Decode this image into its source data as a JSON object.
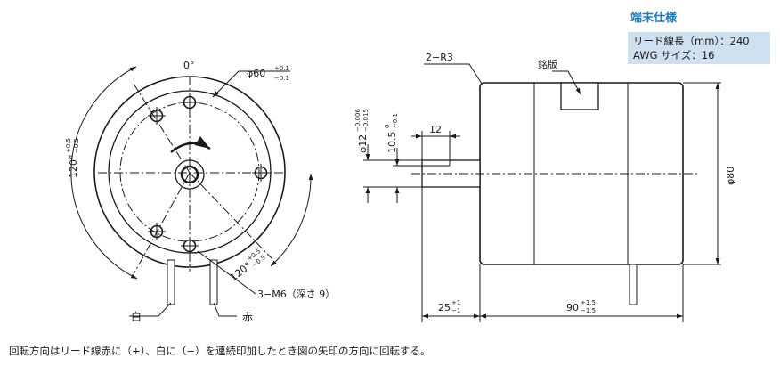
{
  "spec": {
    "title": "端末仕様",
    "lead_length": "リード線長（mm）：240",
    "awg_size": "AWG サイズ：16"
  },
  "front_view": {
    "angle_top": "0°",
    "diameter_label": "φ60",
    "diameter_tol_upper": "+0.1",
    "diameter_tol_lower": "−0.1",
    "angle_left": "120°",
    "angle_left_tol_upper": "+0.5",
    "angle_left_tol_lower": "−0.5",
    "angle_right": "120°",
    "angle_right_tol_upper": "+0.5",
    "angle_right_tol_lower": "−0.5",
    "screw_label": "3−M6（深さ 9）",
    "wire_white": "白",
    "wire_red": "赤"
  },
  "side_view": {
    "corner_label": "2−R3",
    "nameplate_label": "銘版",
    "shaft_diameter": "φ12",
    "shaft_diameter_tol_upper": "−0.006",
    "shaft_diameter_tol_lower": "−0.015",
    "flat_dim": "10.5",
    "flat_tol_upper": "0",
    "flat_tol_lower": "−0.1",
    "shaft_flat_length": "12",
    "body_diameter": "φ80",
    "shaft_length": "25",
    "shaft_length_tol_upper": "+1",
    "shaft_length_tol_lower": "−1",
    "body_length": "90",
    "body_length_tol_upper": "+1.5",
    "body_length_tol_lower": "−1.5"
  },
  "caption": "回転方向はリード線赤に（+）、白に（−）を連続印加したとき図の矢印の方向に回転する。"
}
